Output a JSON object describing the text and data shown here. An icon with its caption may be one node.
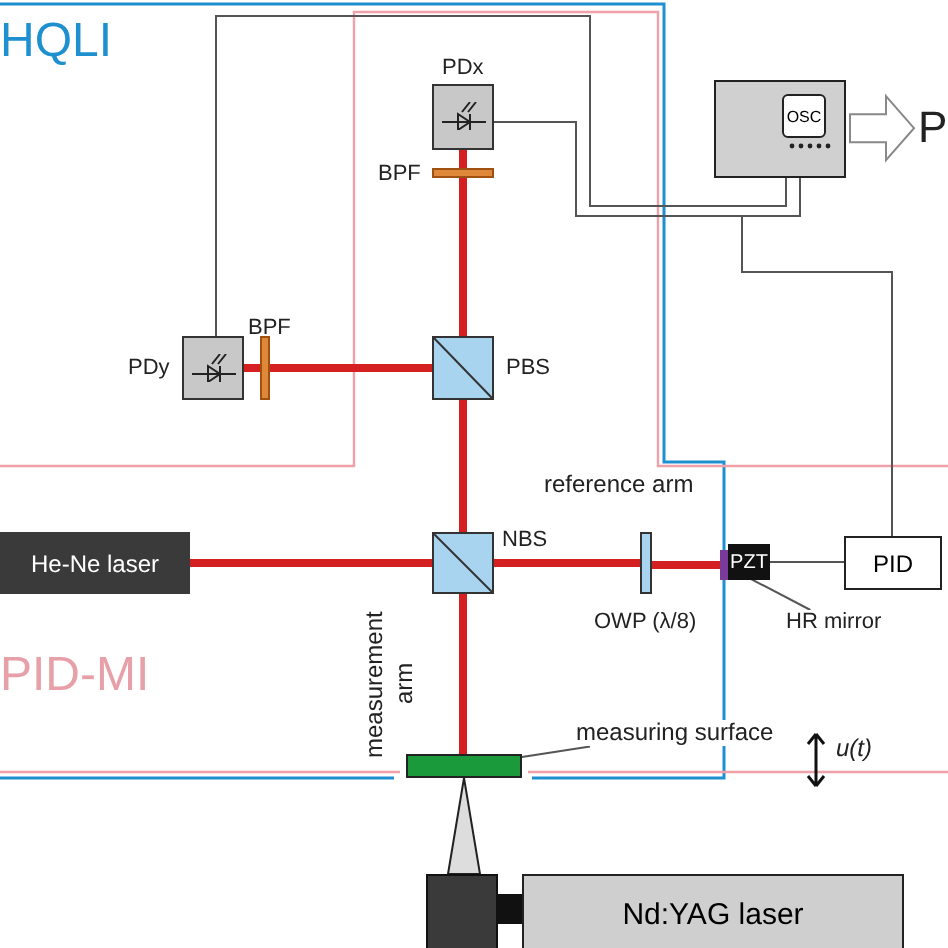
{
  "diagram": {
    "nodes": [
      {
        "text": [
          "He-Ne laser"
        ]
      },
      {
        "text": [
          "NBS"
        ]
      },
      {
        "text": [
          "PBS"
        ]
      },
      {
        "text": [
          "BPF"
        ]
      },
      {
        "text": [
          "PDx"
        ]
      },
      {
        "text": [
          "BPF"
        ]
      },
      {
        "text": [
          "PDy"
        ]
      },
      {
        "text": [
          "OWP (λ/8)"
        ]
      },
      {
        "text": [],
        "shape": "bar"
      },
      {
        "text": [
          "PZT"
        ]
      },
      {
        "text": [
          "PID"
        ]
      },
      {
        "text": [
          "OSC"
        ]
      },
      {
        "text": [
          "P"
        ]
      },
      {
        "text": [],
        "shape": "bar"
      },
      {
        "text": [
          "measuring surface"
        ]
      },
      {
        "text": [
          "HR mirror"
        ]
      },
      {
        "text": [
          "Nd:YAG laser"
        ]
      }
    ],
    "edges": [
      {
        "from": 0,
        "to": 1,
        "arrow": "none",
        "color": "#d42020"
      },
      {
        "from": 1,
        "to": 2,
        "arrow": "none",
        "color": "#d42020"
      },
      {
        "from": 2,
        "to": 3,
        "arrow": "none",
        "color": "#d42020"
      },
      {
        "from": 3,
        "to": 4,
        "arrow": "none",
        "color": "#d42020"
      },
      {
        "from": 2,
        "to": 5,
        "arrow": "none",
        "color": "#d42020"
      },
      {
        "from": 5,
        "to": 6,
        "arrow": "none",
        "color": "#d42020"
      },
      {
        "from": 1,
        "to": 7,
        "arrow": "none",
        "color": "#d42020"
      },
      {
        "from": 7,
        "to": 8,
        "arrow": "none",
        "color": "#d42020"
      },
      {
        "from": 1,
        "to": 13,
        "arrow": "none",
        "color": "#d42020"
      },
      {
        "from": 4,
        "to": 11,
        "arrow": "none",
        "color": "#555555"
      },
      {
        "from": 6,
        "to": 11,
        "arrow": "none",
        "color": "#555555"
      },
      {
        "from": 10,
        "to": 11,
        "arrow": "none",
        "color": "#555555"
      },
      {
        "from": 9,
        "to": 10,
        "arrow": "none",
        "color": "#555555"
      },
      {
        "from": 11,
        "to": 12,
        "arrow": "to",
        "color": "#888888"
      },
      {
        "from": 14,
        "to": 13,
        "arrow": "none",
        "color": "#555555"
      },
      {
        "from": 15,
        "to": 8,
        "arrow": "none",
        "color": "#555555"
      },
      {
        "from": 16,
        "to": 13,
        "arrow": "none",
        "color": "#222222"
      }
    ],
    "labels": [
      "HQLI",
      "reference arm",
      "measurement arm",
      "PID-MI",
      "u(t)"
    ]
  }
}
